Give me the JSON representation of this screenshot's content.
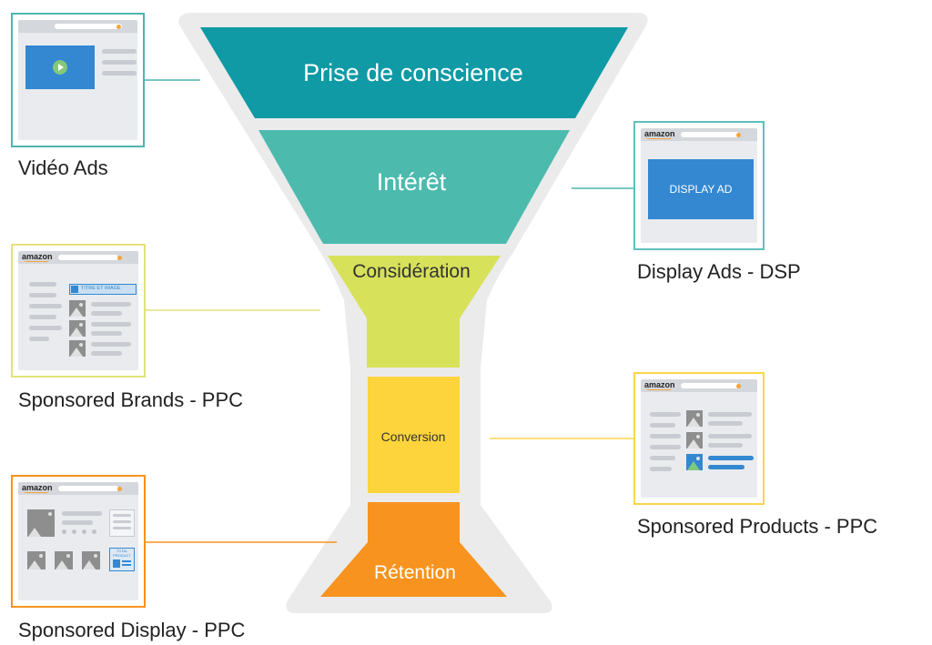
{
  "stages": [
    {
      "label": "Prise de conscience",
      "color": "#0f9aa5"
    },
    {
      "label": "Intérêt",
      "color": "#4dbaae"
    },
    {
      "label": "Considération",
      "color": "#d7e15a"
    },
    {
      "label": "Conversion",
      "color": "#fdd43c"
    },
    {
      "label": "Rétention",
      "color": "#f7931e"
    }
  ],
  "ad_types": [
    {
      "caption": "Vidéo Ads",
      "icon": "video-ad-icon",
      "border_color": "#4cb6b1"
    },
    {
      "caption": "Display Ads - DSP",
      "icon": "display-ad-icon",
      "border_color": "#5fc0bc",
      "ad_text": "DISPLAY AD"
    },
    {
      "caption": "Sponsored Brands - PPC",
      "icon": "sponsored-brands-icon",
      "border_color": "#e3e27a",
      "banner_text": "TITRE ET IMAGE"
    },
    {
      "caption": "Sponsored Products - PPC",
      "icon": "sponsored-products-icon",
      "border_color": "#fbd64a"
    },
    {
      "caption": "Sponsored Display - PPC",
      "icon": "sponsored-display-icon",
      "border_color": "#f7931e",
      "thumb_text": "TOTAL PRODUCT"
    }
  ],
  "brand_text": "amazon",
  "funnel_background_color": "#ebebeb",
  "connector_colors": {
    "video": "#4cb6b1",
    "display": "#4cb6b1",
    "brands": "#e3e27a",
    "products": "#fbd64a",
    "sponsored_display": "#f7931e"
  }
}
